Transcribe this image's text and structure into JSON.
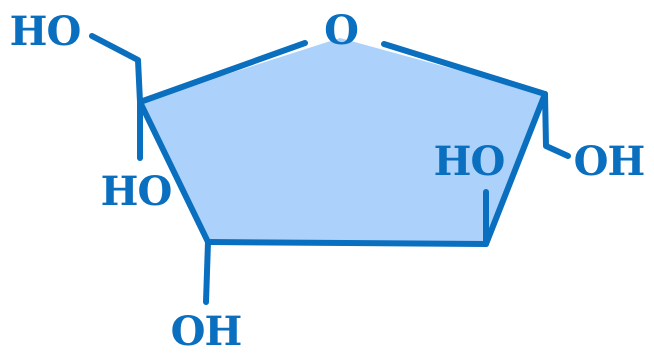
{
  "colors": {
    "bond": "#0a6fbf",
    "ring_fill": "#acd1fb",
    "text": "#0a6fbf",
    "background": "#ffffff"
  },
  "labels": {
    "ring_oxygen": "O",
    "top_left_hydroxyl": "HO",
    "left_hydroxyl": "HO",
    "bottom_hydroxyl": "OH",
    "right_inner_hydroxyl": "HO",
    "right_outer_hydroxyl": "OH"
  }
}
